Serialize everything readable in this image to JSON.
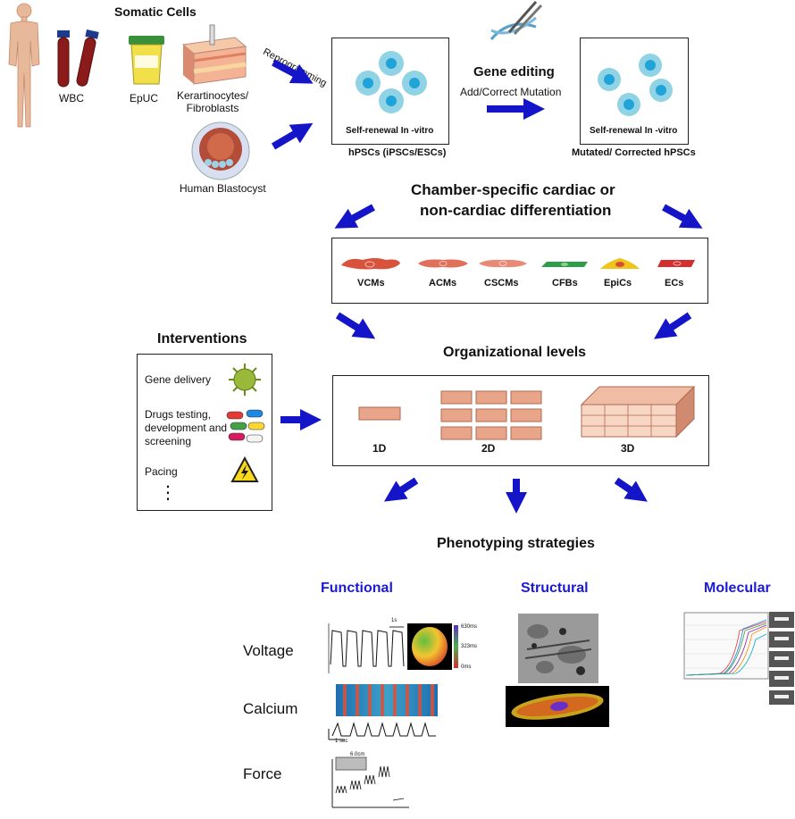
{
  "colors": {
    "arrow": "#1414c8",
    "heading_blue": "#1a1ad6",
    "cell_body": "#8fd3e4",
    "cell_nucleus": "#1fa3d8",
    "tissue": "#e8a58a",
    "vcm": "#d9533c",
    "cfb": "#2e9d4a",
    "epic": "#f0c419",
    "ec": "#d32f2f"
  },
  "top": {
    "somatic_title": "Somatic Cells",
    "wbc": "WBC",
    "epuc": "EpUC",
    "keratinocytes": "Kerartinocytes/ Fibroblasts",
    "blastocyst": "Human Blastocyst",
    "reprogramming": "Reprogramming",
    "hpsc_box_label": "Self-renewal In -vitro",
    "hpsc_caption": "hPSCs (iPSCs/ESCs)",
    "gene_editing": "Gene editing",
    "gene_editing_sub": "Add/Correct Mutation",
    "mutated_box_label": "Self-renewal In -vitro",
    "mutated_caption": "Mutated/ Corrected  hPSCs"
  },
  "differentiation": {
    "title_line1": "Chamber-specific cardiac or",
    "title_line2": "non-cardiac differentiation",
    "cells": [
      "VCMs",
      "ACMs",
      "CSCMs",
      "CFBs",
      "EpiCs",
      "ECs"
    ]
  },
  "interventions": {
    "title": "Interventions",
    "items": [
      "Gene delivery",
      "Drugs testing, development and screening",
      "Pacing"
    ],
    "more": "⋮"
  },
  "organization": {
    "title": "Organizational levels",
    "levels": [
      "1D",
      "2D",
      "3D"
    ]
  },
  "phenotyping": {
    "title": "Phenotyping strategies",
    "functional": "Functional",
    "structural": "Structural",
    "molecular": "Molecular",
    "rows": [
      "Voltage",
      "Calcium",
      "Force"
    ],
    "voltage_scale_label": "1s",
    "map_scale": [
      "630ms",
      "323ms",
      "0ms"
    ],
    "calcium_scale": "1 sec",
    "force_inset": "6.0cm"
  }
}
